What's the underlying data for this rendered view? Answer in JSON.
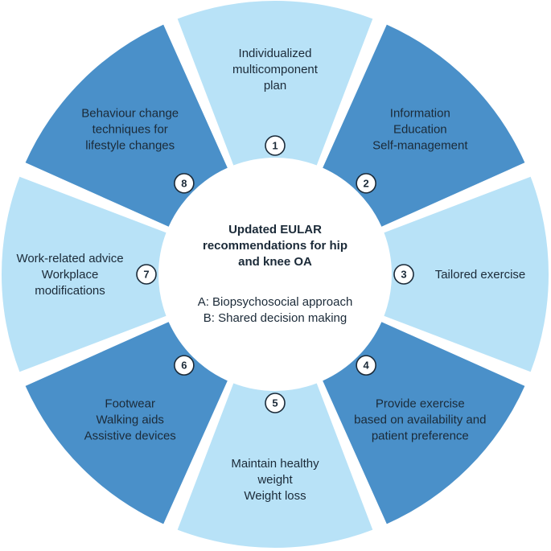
{
  "colors": {
    "light_segment": "#b8e2f7",
    "dark_segment": "#4a90c9",
    "center_fill": "#ffffff",
    "text": "#1b2a38"
  },
  "center": {
    "title_lines": [
      "Updated EULAR",
      "recommendations for hip",
      "and knee OA"
    ],
    "sub_lines": [
      "A: Biopsychosocial approach",
      "B: Shared decision making"
    ]
  },
  "segments": [
    {
      "number": "1",
      "shade": "light",
      "lines": [
        "Individualized",
        "multicomponent",
        "plan"
      ]
    },
    {
      "number": "2",
      "shade": "dark",
      "lines": [
        "Information",
        "Education",
        "Self-management"
      ]
    },
    {
      "number": "3",
      "shade": "light",
      "lines": [
        "Tailored exercise"
      ]
    },
    {
      "number": "4",
      "shade": "dark",
      "lines": [
        "Provide exercise",
        "based on availability and",
        "patient preference"
      ]
    },
    {
      "number": "5",
      "shade": "light",
      "lines": [
        "Maintain healthy",
        "weight",
        "Weight loss"
      ]
    },
    {
      "number": "6",
      "shade": "dark",
      "lines": [
        "Footwear",
        "Walking aids",
        "Assistive devices"
      ]
    },
    {
      "number": "7",
      "shade": "light",
      "lines": [
        "Work-related advice",
        "Workplace",
        "modifications"
      ]
    },
    {
      "number": "8",
      "shade": "dark",
      "lines": [
        "Behaviour change",
        "techniques for",
        "lifestyle changes"
      ]
    }
  ]
}
